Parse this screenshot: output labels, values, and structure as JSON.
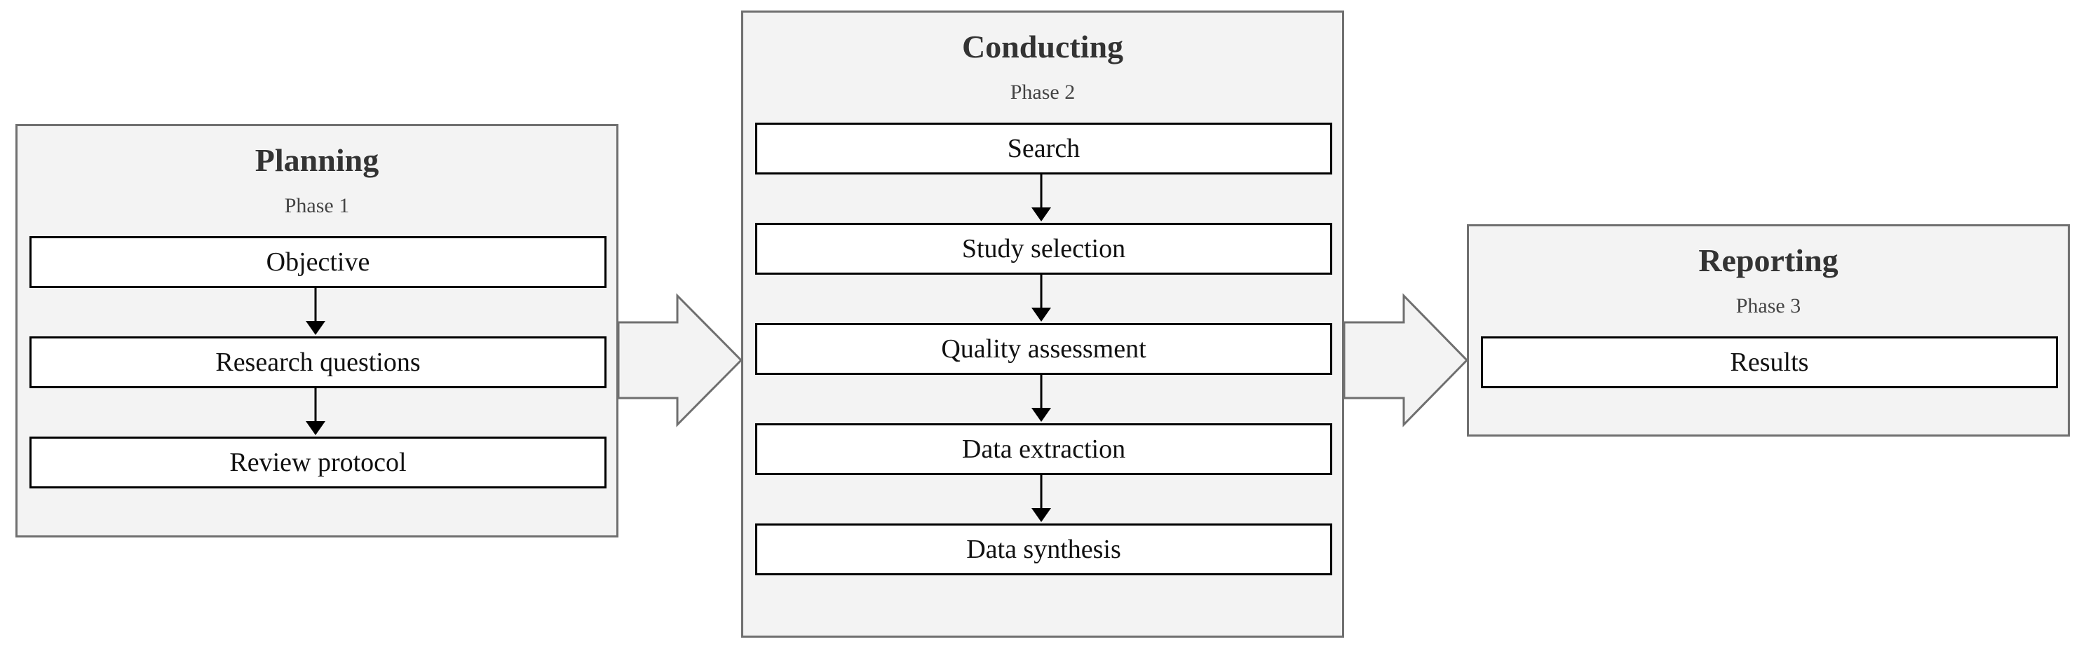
{
  "phases": [
    {
      "title": "Planning",
      "subtitle": "Phase 1",
      "steps": [
        "Objective",
        "Research questions",
        "Review protocol"
      ]
    },
    {
      "title": "Conducting",
      "subtitle": "Phase 2",
      "steps": [
        "Search",
        "Study selection",
        "Quality assessment",
        "Data extraction",
        "Data synthesis"
      ]
    },
    {
      "title": "Reporting",
      "subtitle": "Phase 3",
      "steps": [
        "Results"
      ]
    }
  ],
  "colors": {
    "panel_fill": "#f3f3f3",
    "panel_border": "#6f6f6f",
    "step_border": "#000000",
    "arrow_fill": "#f3f3f3"
  }
}
